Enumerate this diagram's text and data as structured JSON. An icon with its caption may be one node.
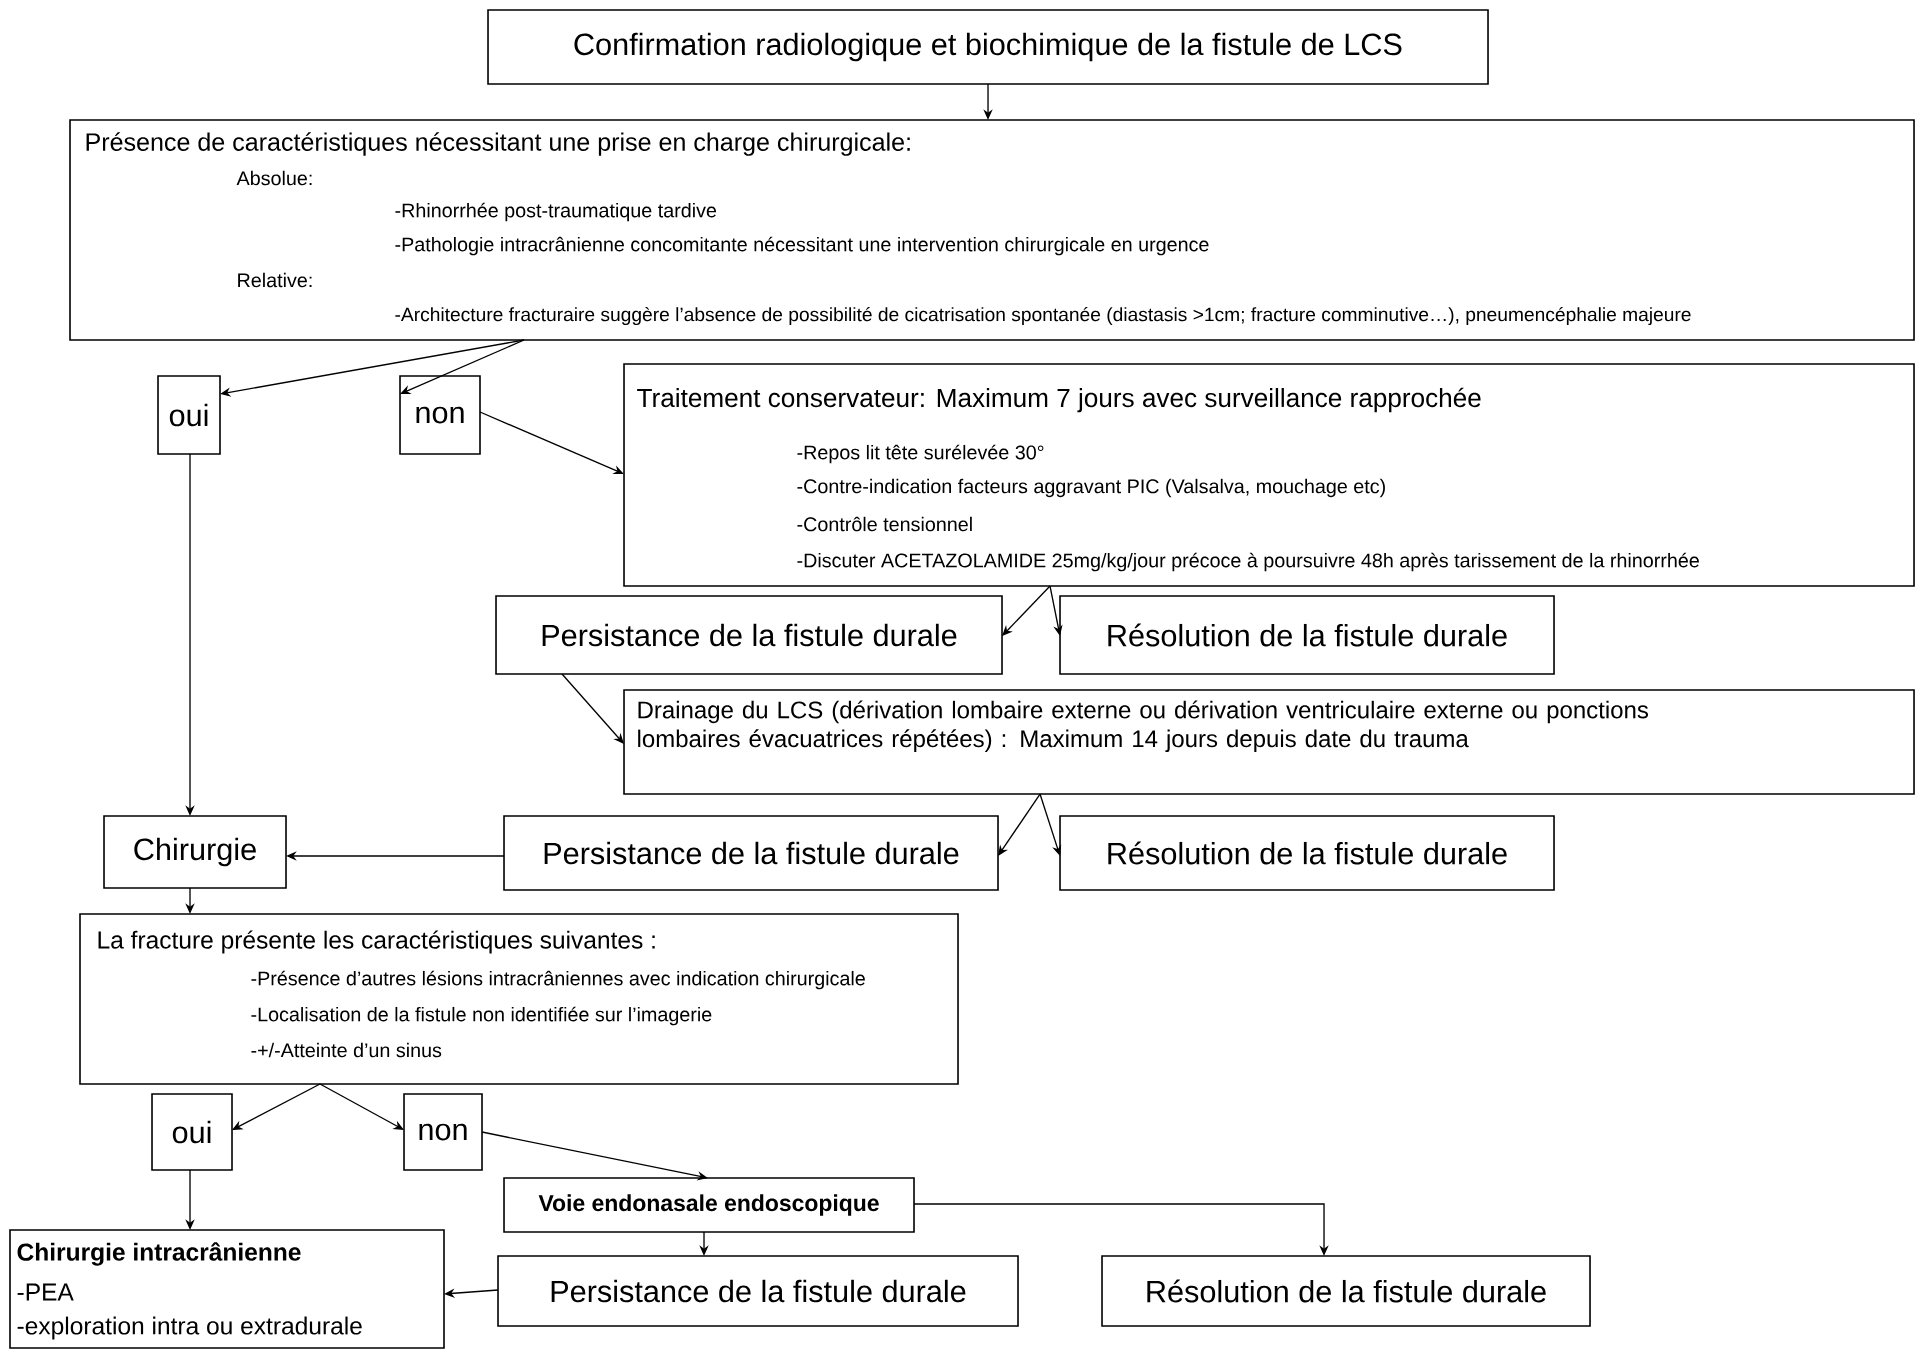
{
  "diagram": {
    "nodes": [
      {
        "text": [
          "Confirmation radiologique et biochimique de la fistule de LCS"
        ]
      },
      {
        "text": [
          "Présence de caractéristiques nécessitant une prise en charge chirurgicale:",
          "Absolue:",
          "-Rhinorrhée post-traumatique tardive",
          "-Pathologie intracrânienne concomitante nécessitant une intervention chirurgicale en urgence",
          "Relative:",
          "-Architecture fracturaire suggère l’absence de possibilité de cicatrisation spontanée (diastasis >1cm; fracture comminutive…), pneumencéphalie majeure"
        ]
      },
      {
        "text": [
          "oui"
        ]
      },
      {
        "text": [
          "non"
        ]
      },
      {
        "text": [
          "Traitement conservateur: Maximum 7 jours avec surveillance rapprochée",
          "-Repos lit tête surélevée 30°",
          "-Contre-indication facteurs aggravant PIC (Valsalva, mouchage etc)",
          "-Contrôle tensionnel",
          "-Discuter ACETAZOLAMIDE 25mg/kg/jour précoce à poursuivre 48h après tarissement de la rhinorrhée"
        ]
      },
      {
        "text": [
          "Persistance de la fistule durale"
        ]
      },
      {
        "text": [
          "Résolution de la fistule durale"
        ]
      },
      {
        "text": [
          "Drainage du LCS (dérivation lombaire externe ou dérivation ventriculaire externe ou ponctions lombaires évacuatrices répétées) : Maximum 14 jours depuis date du trauma"
        ]
      },
      {
        "text": [
          "Chirurgie"
        ]
      },
      {
        "text": [
          "Persistance de la fistule durale"
        ]
      },
      {
        "text": [
          "Résolution de la fistule durale"
        ]
      },
      {
        "text": [
          "La fracture présente les caractéristiques suivantes :",
          "-Présence d’autres lésions intracrâniennes avec indication chirurgicale",
          "-Localisation de la fistule non identifiée sur l’imagerie",
          "-+/-Atteinte d’un sinus"
        ]
      },
      {
        "text": [
          "oui"
        ]
      },
      {
        "text": [
          "non"
        ]
      },
      {
        "text": [
          "Voie endonasale endoscopique"
        ]
      },
      {
        "text": [
          "Chirurgie intracrânienne",
          "-PEA",
          "-exploration intra ou extradurale"
        ]
      },
      {
        "text": [
          "Persistance de la fistule durale"
        ]
      },
      {
        "text": [
          "Résolution de la fistule durale"
        ]
      }
    ],
    "edges": [
      {
        "from": 0,
        "to": 1,
        "arrow": "to"
      },
      {
        "from": 1,
        "to": 2,
        "arrow": "to"
      },
      {
        "from": 1,
        "to": 3,
        "arrow": "to"
      },
      {
        "from": 2,
        "to": 8,
        "arrow": "to"
      },
      {
        "from": 3,
        "to": 4,
        "arrow": "to"
      },
      {
        "from": 4,
        "to": 5,
        "arrow": "to"
      },
      {
        "from": 4,
        "to": 6,
        "arrow": "to"
      },
      {
        "from": 5,
        "to": 7,
        "arrow": "to"
      },
      {
        "from": 7,
        "to": 9,
        "arrow": "to"
      },
      {
        "from": 7,
        "to": 10,
        "arrow": "to"
      },
      {
        "from": 9,
        "to": 8,
        "arrow": "to"
      },
      {
        "from": 8,
        "to": 11,
        "arrow": "to"
      },
      {
        "from": 11,
        "to": 12,
        "arrow": "to"
      },
      {
        "from": 11,
        "to": 13,
        "arrow": "to"
      },
      {
        "from": 12,
        "to": 15,
        "arrow": "to"
      },
      {
        "from": 13,
        "to": 14,
        "arrow": "to"
      },
      {
        "from": 14,
        "to": 16,
        "arrow": "to"
      },
      {
        "from": 14,
        "to": 17,
        "arrow": "to"
      },
      {
        "from": 16,
        "to": 15,
        "arrow": "to"
      }
    ]
  }
}
